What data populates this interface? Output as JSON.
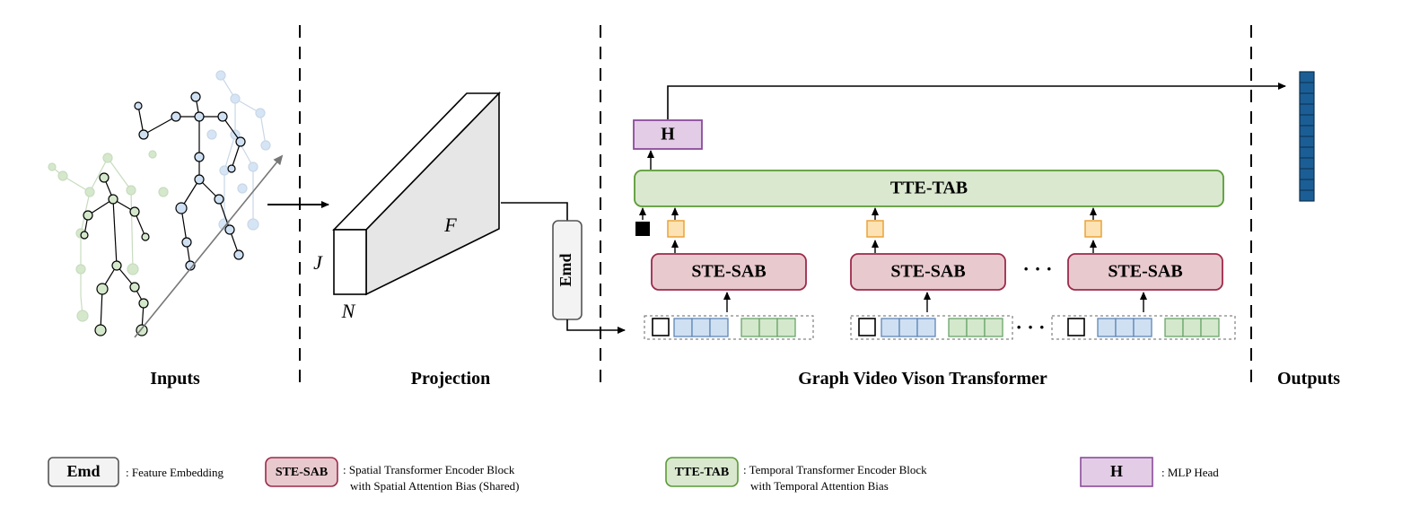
{
  "stages": {
    "inputs": "Inputs",
    "projection": "Projection",
    "transformer": "Graph Video Vison Transformer",
    "outputs": "Outputs"
  },
  "projection_axes": {
    "j": "J",
    "n": "N",
    "f": "F"
  },
  "blocks": {
    "emd": "Emd",
    "ste_sab": "STE-SAB",
    "tte_tab": "TTE-TAB",
    "head": "H",
    "ellipsis": "· · ·"
  },
  "legend": {
    "emd_key": "Emd",
    "emd_desc": ": Feature Embedding",
    "ste_key": "STE-SAB",
    "ste_desc_1": ": Spatial Transformer Encoder Block",
    "ste_desc_2": "with Spatial Attention Bias (Shared)",
    "tte_key": "TTE-TAB",
    "tte_desc_1": ": Temporal Transformer Encoder Block",
    "tte_desc_2": "with Temporal Attention Bias",
    "h_key": "H",
    "h_desc": ": MLP Head"
  },
  "colors": {
    "ste_fill": "#e8c9ce",
    "ste_stroke": "#9c2a4a",
    "tte_fill": "#d9e8cf",
    "tte_stroke": "#5a9a36",
    "head_fill": "#e3cde6",
    "head_stroke": "#8a4c9a",
    "emd_fill": "#f3f3f3",
    "emd_stroke": "#555555",
    "token_blue_fill": "#cfe0f3",
    "token_blue_stroke": "#5f86b7",
    "token_green_fill": "#d4e8cc",
    "token_green_stroke": "#6aa56a",
    "cls_fill": "#fde3b3",
    "cls_stroke": "#e8a33a",
    "output_fill": "#1b5e95"
  }
}
